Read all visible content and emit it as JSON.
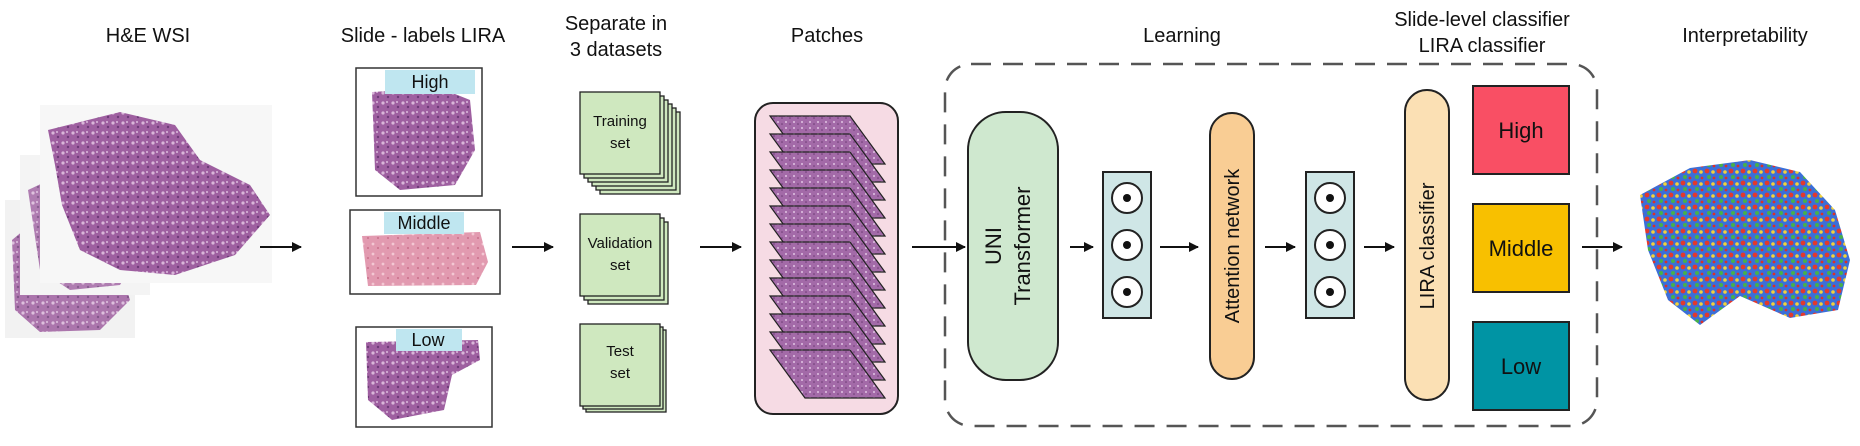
{
  "stages": {
    "wsi": "H&E WSI",
    "slide_labels": "Slide - labels LIRA",
    "separate_line1": "Separate in",
    "separate_line2": "3 datasets",
    "patches": "Patches",
    "learning": "Learning",
    "slide_classifier_line1": "Slide-level classifier",
    "slide_classifier_line2": "LIRA classifier",
    "interpretability": "Interpretability"
  },
  "slide_labels": {
    "high": "High",
    "middle": "Middle",
    "low": "Low"
  },
  "datasets": {
    "training_line1": "Training",
    "training_line2": "set",
    "validation_line1": "Validation",
    "validation_line2": "set",
    "test_line1": "Test",
    "test_line2": "set"
  },
  "model": {
    "uni_line1": "UNI",
    "uni_line2": "Transformer",
    "attention": "Attention network",
    "lira_classifier": "LIRA classifier"
  },
  "outputs": {
    "high": "High",
    "middle": "Middle",
    "low": "Low"
  },
  "colors": {
    "high": "#f94f64",
    "middle": "#f8c000",
    "low": "#0094a4",
    "dataset_green": "#cfe8bf",
    "uni_green": "#cfe8cf",
    "attention_orange": "#f9cd94",
    "lira_tan": "#fbe0b4",
    "patches_pink": "#f6dbe4",
    "vector_teal": "#cfe6e6",
    "tissue_purple": "#b27ab2",
    "tissue_pink": "#e8a4b8"
  }
}
